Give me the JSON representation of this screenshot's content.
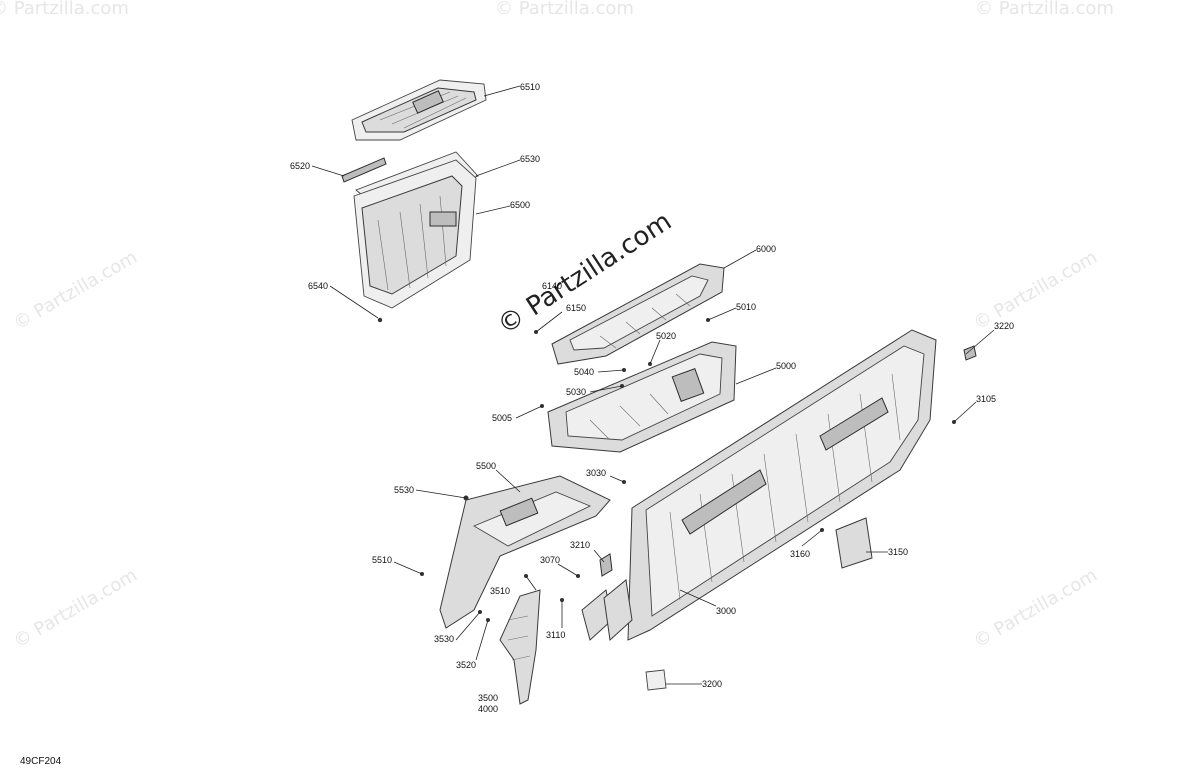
{
  "watermarks": {
    "small": "© Partzilla.com",
    "big": "© Partzilla.com"
  },
  "diagram_code": "49CF204",
  "callouts": [
    {
      "id": "c6510",
      "label": "6510"
    },
    {
      "id": "c6520",
      "label": "6520"
    },
    {
      "id": "c6530",
      "label": "6530"
    },
    {
      "id": "c6500",
      "label": "6500"
    },
    {
      "id": "c6540",
      "label": "6540"
    },
    {
      "id": "c6000",
      "label": "6000"
    },
    {
      "id": "c6140",
      "label": "6140"
    },
    {
      "id": "c6150",
      "label": "6150"
    },
    {
      "id": "c5010",
      "label": "5010"
    },
    {
      "id": "c5020",
      "label": "5020"
    },
    {
      "id": "c5040",
      "label": "5040"
    },
    {
      "id": "c5030",
      "label": "5030"
    },
    {
      "id": "c5000",
      "label": "5000"
    },
    {
      "id": "c5005",
      "label": "5005"
    },
    {
      "id": "c3220",
      "label": "3220"
    },
    {
      "id": "c3105",
      "label": "3105"
    },
    {
      "id": "c3030",
      "label": "3030"
    },
    {
      "id": "c5500",
      "label": "5500"
    },
    {
      "id": "c5530",
      "label": "5530"
    },
    {
      "id": "c3210",
      "label": "3210"
    },
    {
      "id": "c3160",
      "label": "3160"
    },
    {
      "id": "c3150",
      "label": "3150"
    },
    {
      "id": "c5510",
      "label": "5510"
    },
    {
      "id": "c3070",
      "label": "3070"
    },
    {
      "id": "c3510",
      "label": "3510"
    },
    {
      "id": "c3000",
      "label": "3000"
    },
    {
      "id": "c3110",
      "label": "3110"
    },
    {
      "id": "c3530",
      "label": "3530"
    },
    {
      "id": "c3520",
      "label": "3520"
    },
    {
      "id": "c3200",
      "label": "3200"
    },
    {
      "id": "c3500",
      "label": "3500"
    },
    {
      "id": "c4000",
      "label": "4000"
    }
  ]
}
